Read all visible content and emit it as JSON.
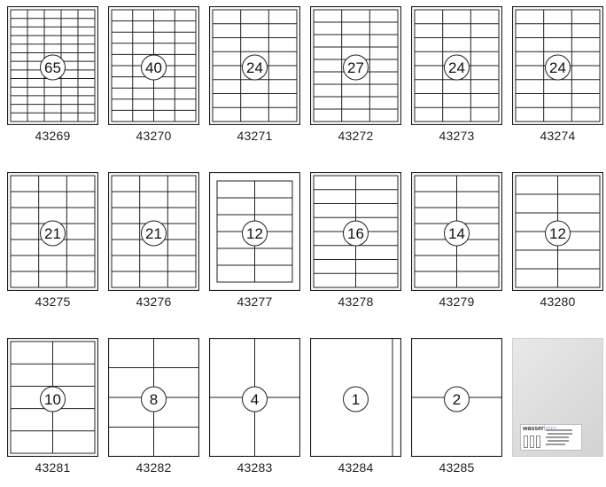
{
  "items": [
    {
      "code": "43269",
      "count": "65",
      "cols": 5,
      "rows": 13,
      "style": "single"
    },
    {
      "code": "43270",
      "count": "40",
      "cols": 4,
      "rows": 10,
      "style": "single"
    },
    {
      "code": "43271",
      "count": "24",
      "cols": 3,
      "rows": 8,
      "style": "single"
    },
    {
      "code": "43272",
      "count": "27",
      "cols": 3,
      "rows": 9,
      "style": "single"
    },
    {
      "code": "43273",
      "count": "24",
      "cols": 3,
      "rows": 8,
      "style": "single"
    },
    {
      "code": "43274",
      "count": "24",
      "cols": 3,
      "rows": 8,
      "style": "single"
    },
    {
      "code": "43275",
      "count": "21",
      "cols": 3,
      "rows": 7,
      "style": "single"
    },
    {
      "code": "43276",
      "count": "21",
      "cols": 3,
      "rows": 7,
      "style": "single"
    },
    {
      "code": "43277",
      "count": "12",
      "cols": 2,
      "rows": 6,
      "style": "single"
    },
    {
      "code": "43278",
      "count": "16",
      "cols": 2,
      "rows": 8,
      "style": "single"
    },
    {
      "code": "43279",
      "count": "14",
      "cols": 2,
      "rows": 7,
      "style": "single"
    },
    {
      "code": "43280",
      "count": "12",
      "cols": 2,
      "rows": 6,
      "style": "single"
    },
    {
      "code": "43281",
      "count": "10",
      "cols": 2,
      "rows": 5,
      "style": "single"
    },
    {
      "code": "43282",
      "count": "8",
      "cols": 2,
      "rows": 4,
      "style": "single"
    },
    {
      "code": "43283",
      "count": "4",
      "cols": 2,
      "rows": 2,
      "style": "single"
    },
    {
      "code": "43284",
      "count": "1",
      "cols": 1,
      "rows": 1,
      "style": "strip"
    },
    {
      "code": "43285",
      "count": "2",
      "cols": 1,
      "rows": 2,
      "style": "single"
    }
  ],
  "photo": {
    "brand_main": "wasser",
    "brand_accent": "büro"
  }
}
